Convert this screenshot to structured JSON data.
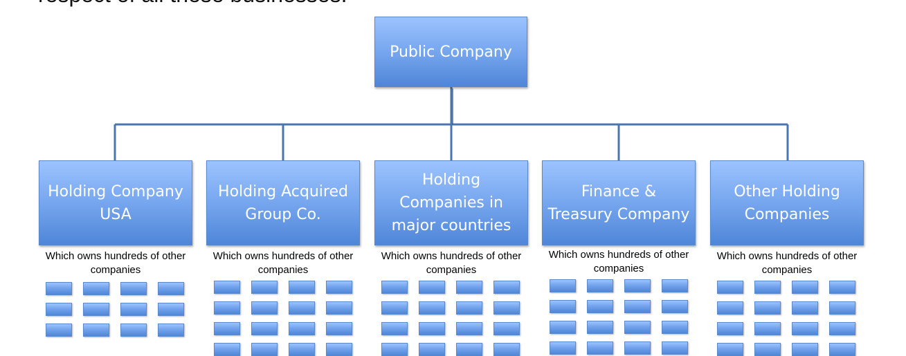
{
  "heading_fragment": "respect of all these businesses.",
  "root": {
    "label": "Public Company"
  },
  "children": [
    {
      "label": "Holding Company USA",
      "caption": "Which owns hundreds of other companies"
    },
    {
      "label": "Holding Acquired Group Co.",
      "caption": "Which owns hundreds of other companies"
    },
    {
      "label": "Holding Companies in major countries",
      "caption": "Which owns hundreds of other companies"
    },
    {
      "label": "Finance & Treasury Company",
      "caption": "Which owns hundreds of other companies"
    },
    {
      "label": "Other Holding Companies",
      "caption": "Which owns hundreds of other companies"
    }
  ],
  "colors": {
    "box_top": "#9cc3ff",
    "box_bottom": "#4f86d8",
    "connector": "#4a76b0"
  }
}
